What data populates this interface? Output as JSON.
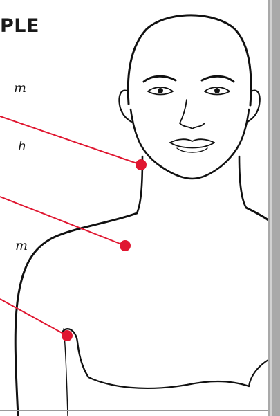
{
  "header": {
    "title": "PLE"
  },
  "text_fragments": [
    "m",
    "h",
    "m"
  ],
  "colors": {
    "pointer": "#e01630",
    "ink": "#111111",
    "sidebar": "#a9a9a9"
  },
  "pointers": [
    {
      "name": "neck-pointer"
    },
    {
      "name": "chest-pointer"
    },
    {
      "name": "armpit-pointer"
    }
  ]
}
